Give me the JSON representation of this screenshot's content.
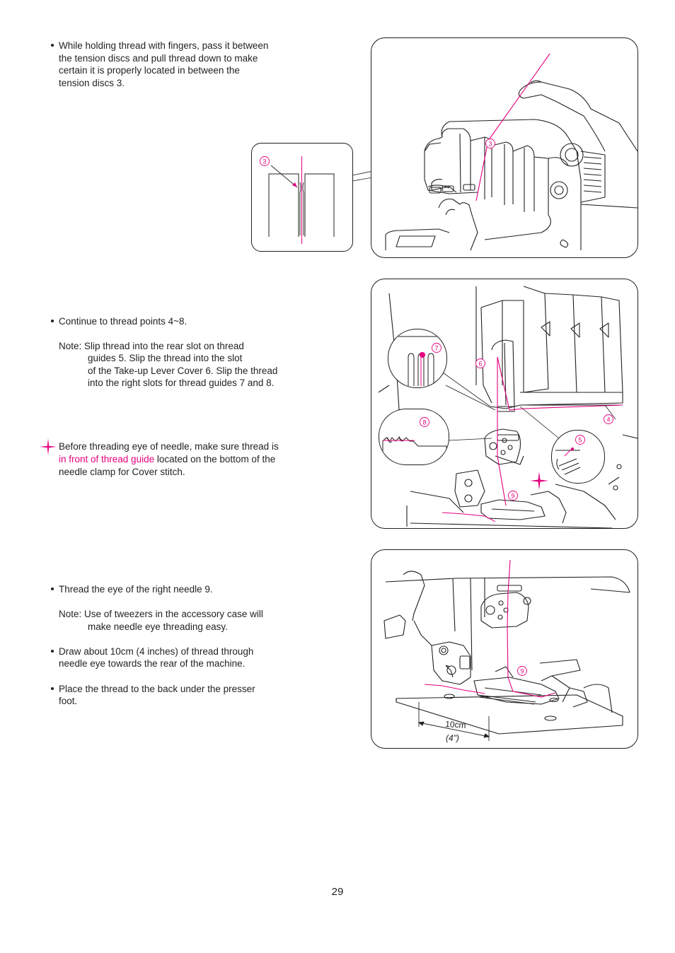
{
  "section1": {
    "text_line1": "While holding thread with fingers, pass it between",
    "text_line2": "the tension discs and pull thread down to make",
    "text_line3": "certain it is properly located in between the",
    "text_line4": "tension discs 3."
  },
  "section2": {
    "bullet1": "Continue to thread points 4~8.",
    "note_line1": "Note: Slip thread into the rear slot on thread",
    "note_line2": "guides 5.  Slip the thread into the slot",
    "note_line3": "of the Take-up Lever Cover 6.  Slip the thread",
    "note_line4": "into the right slots for thread guides 7 and 8.",
    "warning_part1": "Before threading eye of needle, make sure thread is",
    "warning_highlight": "in front of thread guide",
    "warning_part2": " located on the bottom of the",
    "warning_line3": "needle clamp for Cover stitch."
  },
  "section3": {
    "bullet1": "Thread the eye of the right needle 9.",
    "note_line1": "Note: Use of tweezers in the accessory case will",
    "note_line2": "make needle eye threading easy.",
    "bullet2_line1": "Draw about 10cm (4 inches) of thread through",
    "bullet2_line2": "needle eye towards the rear of the machine.",
    "bullet3_line1": "Place the thread to the back under the presser",
    "bullet3_line2": "foot."
  },
  "figures": {
    "fig1_inset_label": "3",
    "fig1_label": "3",
    "fig2_labels": {
      "l4": "4",
      "l5": "5",
      "l6": "6",
      "l7": "7",
      "l8": "8",
      "l9": "9"
    },
    "fig3_label": "9",
    "fig3_measure_line1": "10cm",
    "fig3_measure_line2": "(4\")"
  },
  "page_number": "29",
  "colors": {
    "accent": "#e5007e",
    "ink": "#231f20"
  }
}
